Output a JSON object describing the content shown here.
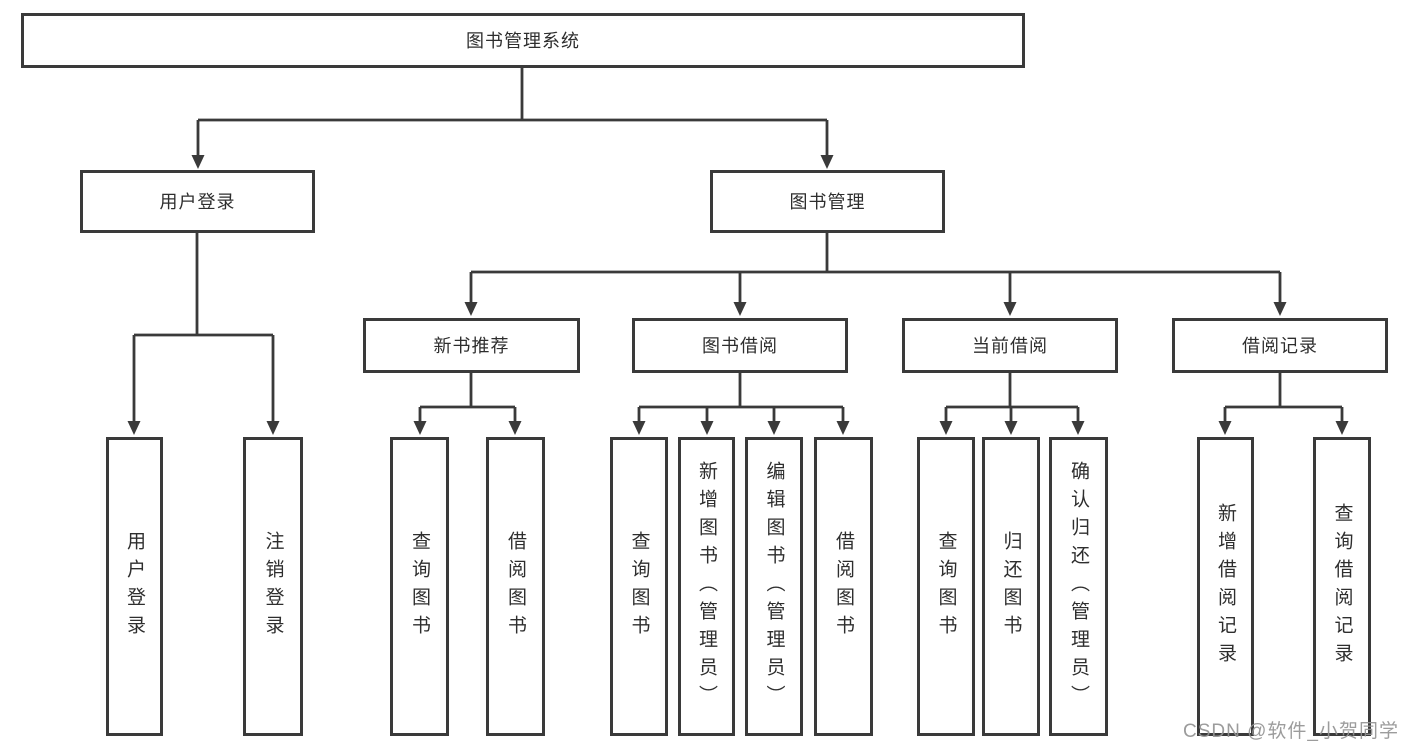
{
  "diagram_title": "图书管理系统",
  "tree": {
    "label": "图书管理系统",
    "children": [
      {
        "label": "用户登录",
        "children": [
          {
            "label": "用户登录"
          },
          {
            "label": "注销登录"
          }
        ]
      },
      {
        "label": "图书管理",
        "children": [
          {
            "label": "新书推荐",
            "children": [
              {
                "label": "查询图书"
              },
              {
                "label": "借阅图书"
              }
            ]
          },
          {
            "label": "图书借阅",
            "children": [
              {
                "label": "查询图书"
              },
              {
                "label": "新增图书（管理员）"
              },
              {
                "label": "编辑图书（管理员）"
              },
              {
                "label": "借阅图书"
              }
            ]
          },
          {
            "label": "当前借阅",
            "children": [
              {
                "label": "查询图书"
              },
              {
                "label": "归还图书"
              },
              {
                "label": "确认归还（管理员）"
              }
            ]
          },
          {
            "label": "借阅记录",
            "children": [
              {
                "label": "新增借阅记录"
              },
              {
                "label": "查询借阅记录"
              }
            ]
          }
        ]
      }
    ]
  },
  "watermark": "CSDN @软件_小贺同学",
  "colors": {
    "line": "#3a3a3a",
    "box_border": "#3a3a3a",
    "box_background": "#ffffff",
    "text": "#2e2e2e",
    "watermark": "#949494",
    "background": "#ffffff"
  }
}
